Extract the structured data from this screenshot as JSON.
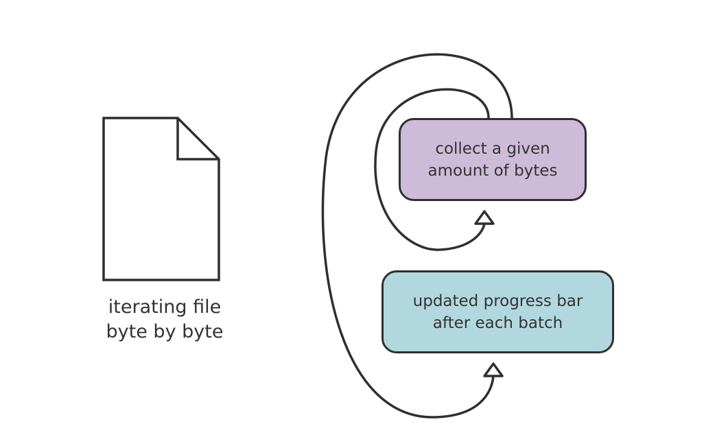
{
  "file_label": {
    "line1": "iterating file",
    "line2": "byte by byte"
  },
  "collect_box": {
    "line1": "collect a given",
    "line2": "amount of bytes"
  },
  "progress_box": {
    "line1": "updated progress bar",
    "line2": "after each batch"
  },
  "colors": {
    "stroke": "#2f2f2f",
    "collect_fill": "#cdbcd9",
    "progress_fill": "#b2d8df",
    "text": "#333333"
  }
}
